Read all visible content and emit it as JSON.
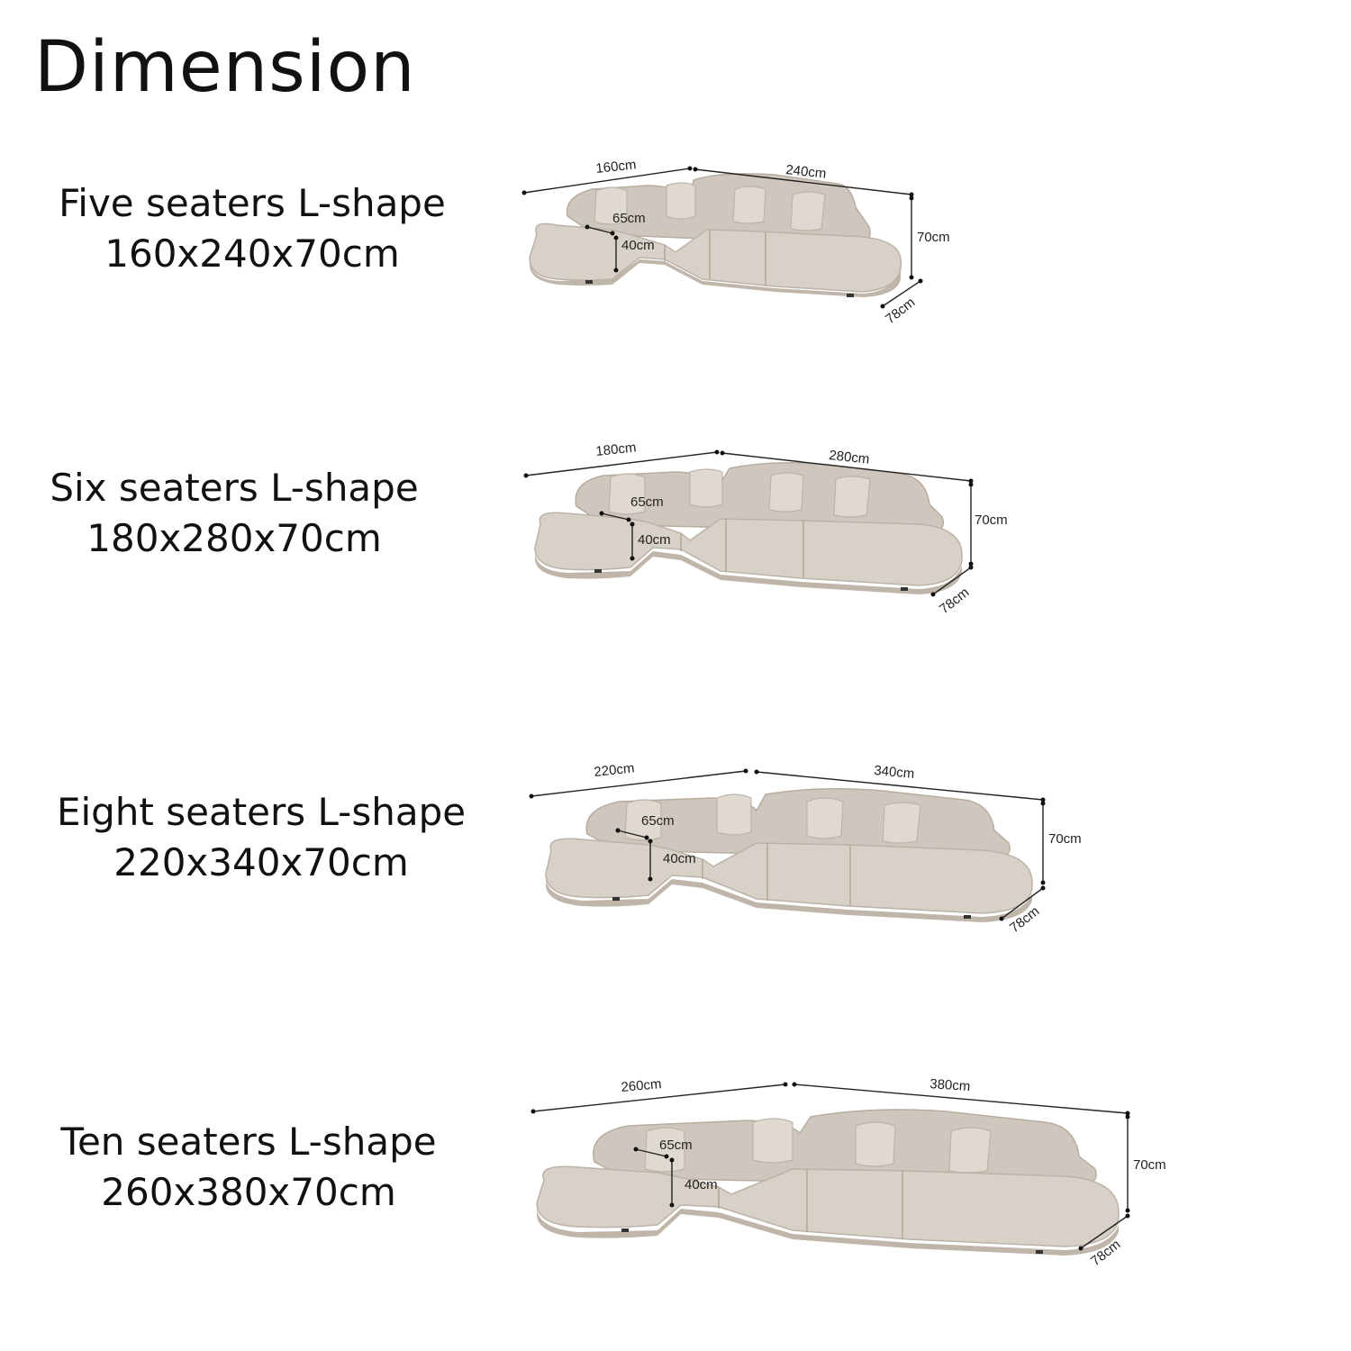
{
  "title": "Dimension",
  "variants": [
    {
      "name": "Five seaters L-shape",
      "size": "160x240x70cm",
      "dims": {
        "left_width": "160cm",
        "right_width": "240cm",
        "height": "70cm",
        "depth": "78cm",
        "seat_depth": "65cm",
        "seat_height": "40cm"
      }
    },
    {
      "name": "Six seaters L-shape",
      "size": "180x280x70cm",
      "dims": {
        "left_width": "180cm",
        "right_width": "280cm",
        "height": "70cm",
        "depth": "78cm",
        "seat_depth": "65cm",
        "seat_height": "40cm"
      }
    },
    {
      "name": "Eight seaters L-shape",
      "size": "220x340x70cm",
      "dims": {
        "left_width": "220cm",
        "right_width": "340cm",
        "height": "70cm",
        "depth": "78cm",
        "seat_depth": "65cm",
        "seat_height": "40cm"
      }
    },
    {
      "name": "Ten seaters L-shape",
      "size": "260x380x70cm",
      "dims": {
        "left_width": "260cm",
        "right_width": "380cm",
        "height": "70cm",
        "depth": "78cm",
        "seat_depth": "65cm",
        "seat_height": "40cm"
      }
    }
  ],
  "colors": {
    "upholstery": "#d8d1c8",
    "background": "#ffffff",
    "text": "#111111"
  }
}
